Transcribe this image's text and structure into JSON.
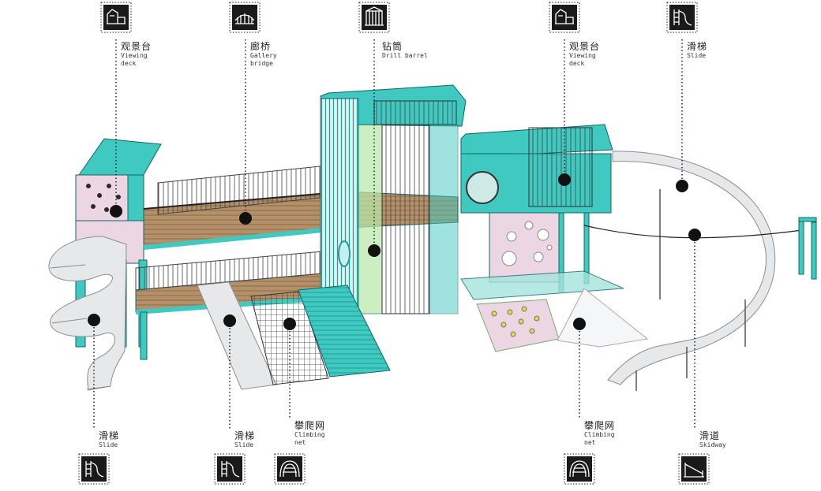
{
  "callouts": [
    {
      "zh": "观景台",
      "en1": "Viewing",
      "en2": "deck",
      "icon": "viewing-deck-icon"
    },
    {
      "zh": "廊桥",
      "en1": "Gallery",
      "en2": "bridge",
      "icon": "gallery-bridge-icon"
    },
    {
      "zh": "钻筒",
      "en1": "Drill barrel",
      "en2": "",
      "icon": "drill-barrel-icon"
    },
    {
      "zh": "观景台",
      "en1": "Viewing",
      "en2": "deck",
      "icon": "viewing-deck-icon"
    },
    {
      "zh": "滑梯",
      "en1": "Slide",
      "en2": "",
      "icon": "slide-icon"
    },
    {
      "zh": "滑梯",
      "en1": "Slide",
      "en2": "",
      "icon": "slide-icon"
    },
    {
      "zh": "滑梯",
      "en1": "Slide",
      "en2": "",
      "icon": "slide-icon"
    },
    {
      "zh": "攀爬网",
      "en1": "Climbing",
      "en2": "net",
      "icon": "climbing-net-icon"
    },
    {
      "zh": "攀爬网",
      "en1": "Climbing",
      "en2": "net",
      "icon": "climbing-net-icon"
    },
    {
      "zh": "滑道",
      "en1": "Skidway",
      "en2": "",
      "icon": "skidway-icon"
    }
  ],
  "colors": {
    "teal": "#3fc9c0",
    "teal_dark": "#1e9e97",
    "floor": "#b5916a",
    "pink": "#ecd6e4",
    "silver": "#e6e8ea",
    "icon_bg": "#1a1a1a"
  }
}
